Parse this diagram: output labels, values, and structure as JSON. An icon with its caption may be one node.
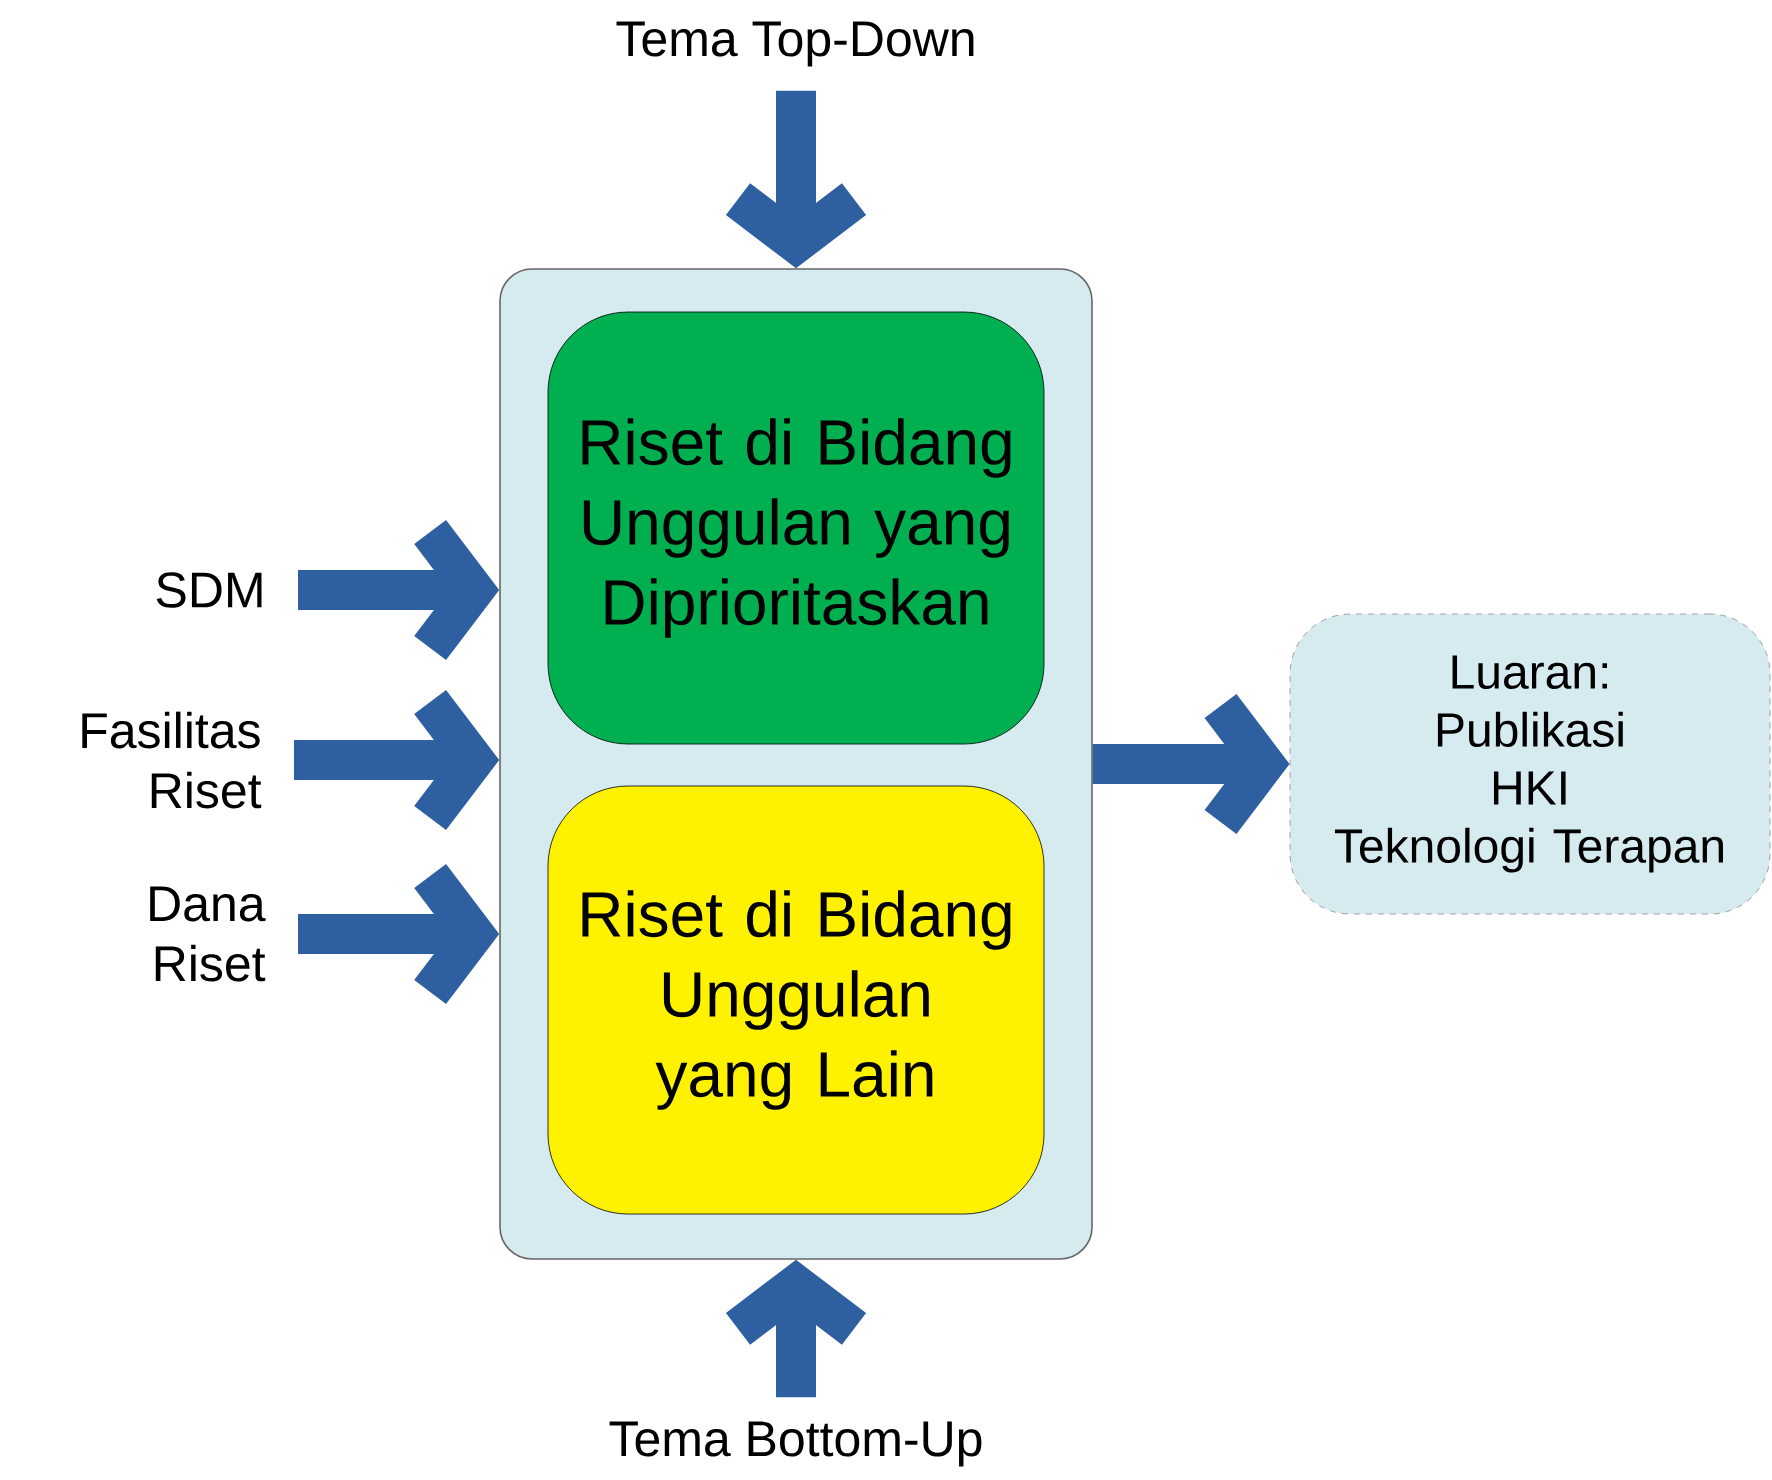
{
  "diagram": {
    "nodes": [
      {
        "text": [],
        "shape": "box"
      },
      {
        "text": [
          "Riset di Bidang Unggulan yang Diprioritaskan"
        ],
        "in": 0
      },
      {
        "text": [
          "Riset di Bidang Unggulan yang Lain"
        ],
        "in": 0
      },
      {
        "text": [
          "Tema Top-Down"
        ]
      },
      {
        "text": [
          "SDM"
        ]
      },
      {
        "text": [
          "Fasilitas Riset"
        ]
      },
      {
        "text": [
          "Dana Riset"
        ]
      },
      {
        "text": [
          "Tema Bottom-Up"
        ]
      },
      {
        "text": [
          "Luaran:",
          "Publikasi",
          "HKI",
          "Teknologi Terapan"
        ]
      }
    ],
    "edges": [
      {
        "from": 3,
        "to": 0,
        "arrow": "to"
      },
      {
        "from": 4,
        "to": 0,
        "arrow": "to"
      },
      {
        "from": 5,
        "to": 0,
        "arrow": "to"
      },
      {
        "from": 6,
        "to": 0,
        "arrow": "to"
      },
      {
        "from": 7,
        "to": 0,
        "arrow": "to"
      },
      {
        "from": 0,
        "to": 8,
        "arrow": "to"
      }
    ]
  }
}
